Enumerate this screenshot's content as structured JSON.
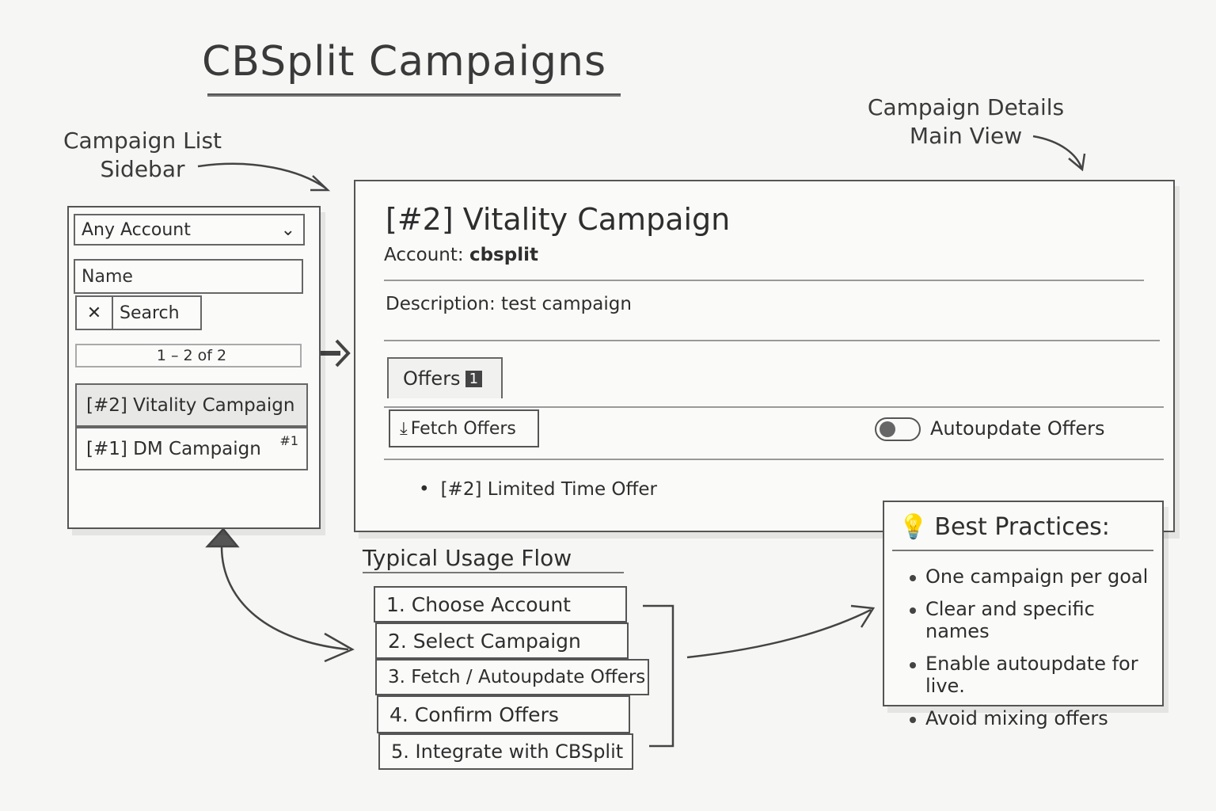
{
  "title": "CBSplit Campaigns",
  "annotations": {
    "sidebar": "Campaign List\nSidebar",
    "main": "Campaign Details\nMain View",
    "flow_title": "Typical Usage Flow"
  },
  "sidebar": {
    "account_select": "Any Account",
    "name_input_placeholder": "Name",
    "search_button": "Search",
    "pagination": "1 – 2 of 2",
    "campaigns": [
      {
        "label": "[#2] Vitality Campaign",
        "selected": true,
        "badge": ""
      },
      {
        "label": "[#1] DM Campaign",
        "selected": false,
        "badge": "#1"
      }
    ]
  },
  "main": {
    "campaign_title": "[#2] Vitality Campaign",
    "account_label": "Account:",
    "account_value": "cbsplit",
    "description": "Description: test campaign",
    "tab_label": "Offers",
    "tab_count": "1",
    "fetch_button": "Fetch Offers",
    "autoupdate_label": "Autoupdate Offers",
    "autoupdate_on": false,
    "offers": [
      "[#2] Limited Time Offer"
    ]
  },
  "flow": [
    "1. Choose Account",
    "2. Select Campaign",
    "3. Fetch / Autoupdate Offers",
    "4. Confirm Offers",
    "5. Integrate with CBSplit"
  ],
  "best_practices": {
    "title": "Best Practices:",
    "items": [
      "One campaign per goal",
      "Clear and specific names",
      "Enable autoupdate for live.",
      "Avoid mixing offers"
    ]
  }
}
